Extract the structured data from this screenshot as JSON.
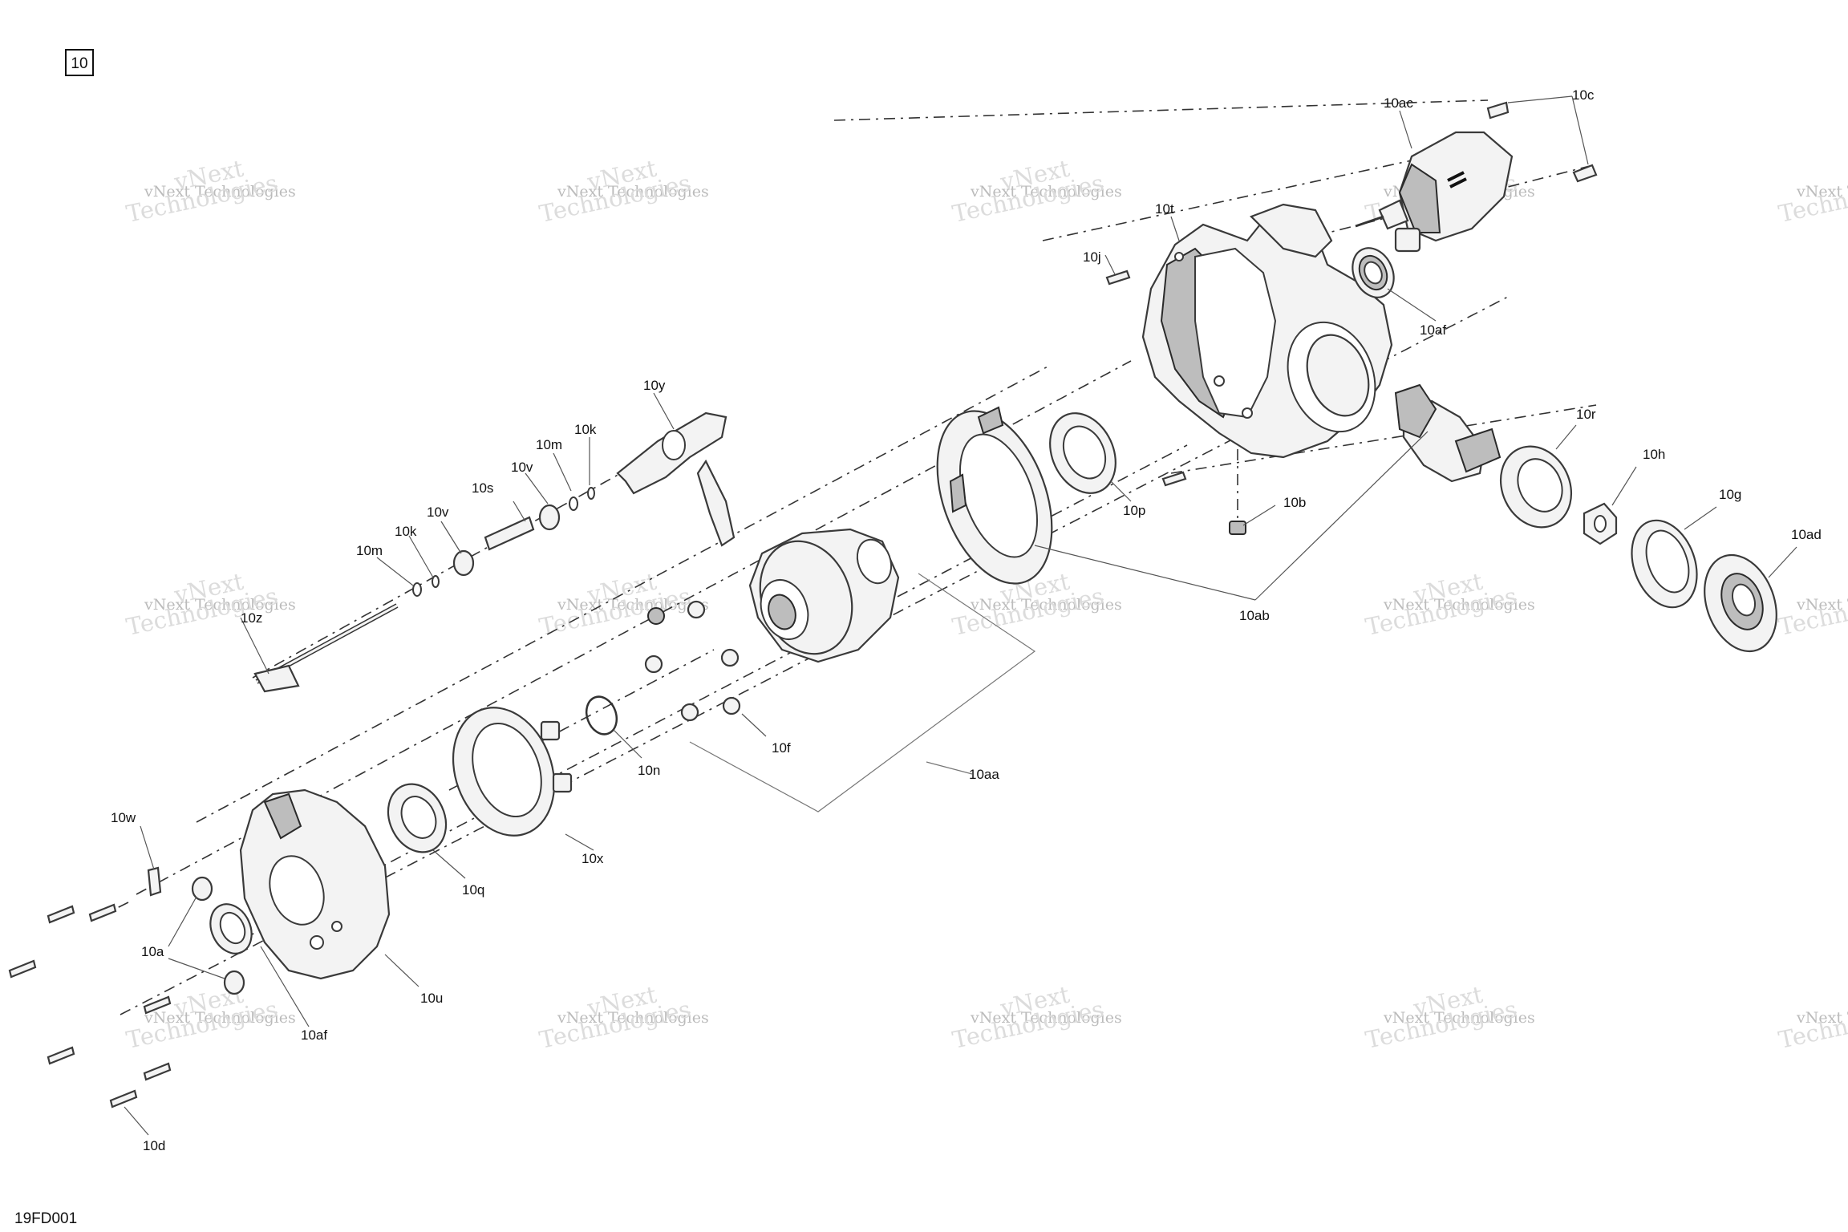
{
  "figure_ref": "10",
  "drawing_code": "19FD001",
  "watermark": {
    "line1": "vNext Technologies",
    "line2": "Technologies",
    "stamp": "vNext"
  },
  "labels": {
    "10a": "10a",
    "10b": "10b",
    "10c": "10c",
    "10d": "10d",
    "10f": "10f",
    "10g": "10g",
    "10h": "10h",
    "10j": "10j",
    "10k_1": "10k",
    "10k_2": "10k",
    "10m_1": "10m",
    "10m_2": "10m",
    "10n": "10n",
    "10p": "10p",
    "10q": "10q",
    "10r": "10r",
    "10s": "10s",
    "10t": "10t",
    "10u": "10u",
    "10v_1": "10v",
    "10v_2": "10v",
    "10w": "10w",
    "10x": "10x",
    "10y": "10y",
    "10z": "10z",
    "10aa": "10aa",
    "10ab": "10ab",
    "10ac": "10ac",
    "10ad": "10ad",
    "10af_1": "10af",
    "10af_2": "10af"
  }
}
